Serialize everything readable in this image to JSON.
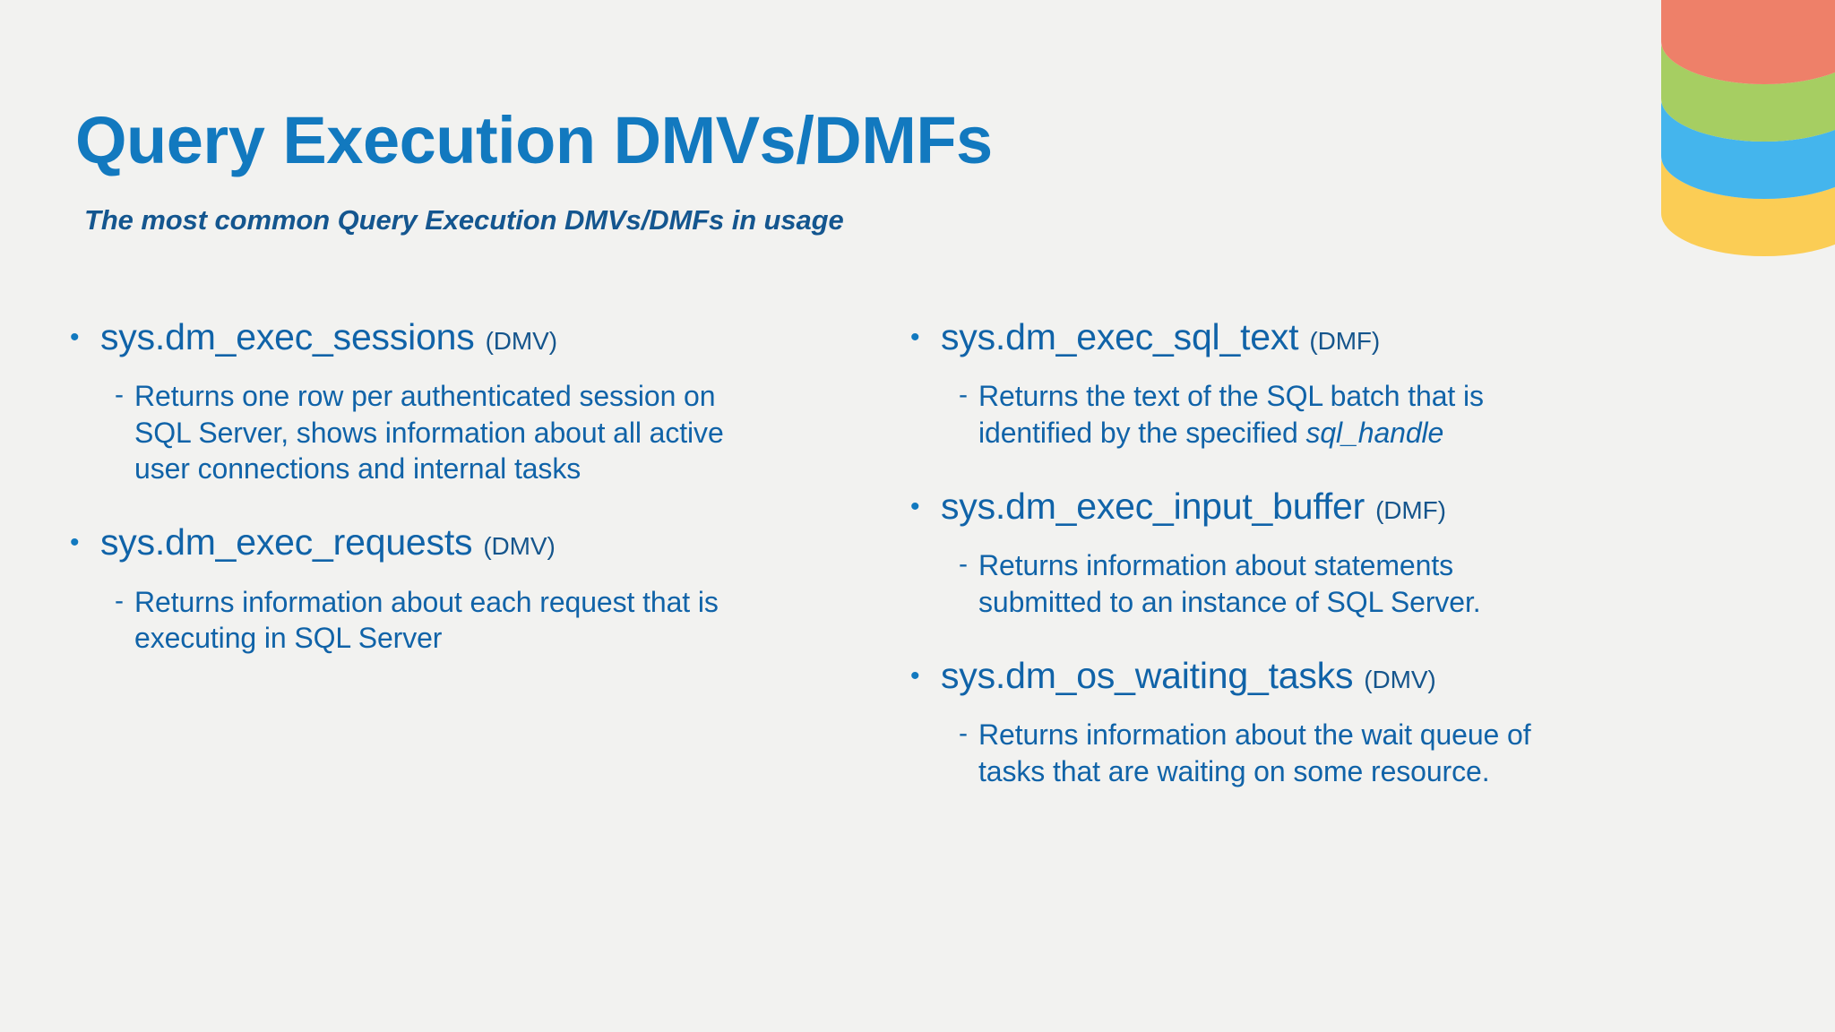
{
  "slide": {
    "title": "Query Execution DMVs/DMFs",
    "subtitle": "The most common Query Execution DMVs/DMFs in usage",
    "background_color": "#f2f2f0",
    "title_color": "#1279bf",
    "subtitle_color": "#14568f",
    "body_color": "#1063a8"
  },
  "logo": {
    "name": "database-cylinder-icon",
    "bands": [
      {
        "label": "top",
        "color": "#ee8069"
      },
      {
        "label": "green",
        "color": "#a6ce62"
      },
      {
        "label": "blue",
        "color": "#44b5ed"
      },
      {
        "label": "yellow",
        "color": "#fbcd55"
      }
    ]
  },
  "bullets": {
    "bullet_glyph": "•",
    "dash_glyph": "-"
  },
  "left_column": [
    {
      "name": "sys.dm_exec_sessions",
      "kind": "(DMV)",
      "description_pre": "Returns one row per authenticated session on SQL Server, shows information about all active user connections and internal tasks",
      "description_em": "",
      "description_post": ""
    },
    {
      "name": "sys.dm_exec_requests",
      "kind": "(DMV)",
      "description_pre": "Returns information about each request that is executing in SQL Server",
      "description_em": "",
      "description_post": ""
    }
  ],
  "right_column": [
    {
      "name": "sys.dm_exec_sql_text",
      "kind": "(DMF)",
      "description_pre": "Returns the text of the SQL batch that is identified by the specified ",
      "description_em": "sql_handle",
      "description_post": ""
    },
    {
      "name": "sys.dm_exec_input_buffer",
      "kind": "(DMF)",
      "description_pre": "Returns information about statements submitted to an instance of SQL Server.",
      "description_em": "",
      "description_post": ""
    },
    {
      "name": "sys.dm_os_waiting_tasks",
      "kind": "(DMV)",
      "description_pre": "Returns information about the wait queue of tasks that are waiting on some resource.",
      "description_em": "",
      "description_post": ""
    }
  ]
}
